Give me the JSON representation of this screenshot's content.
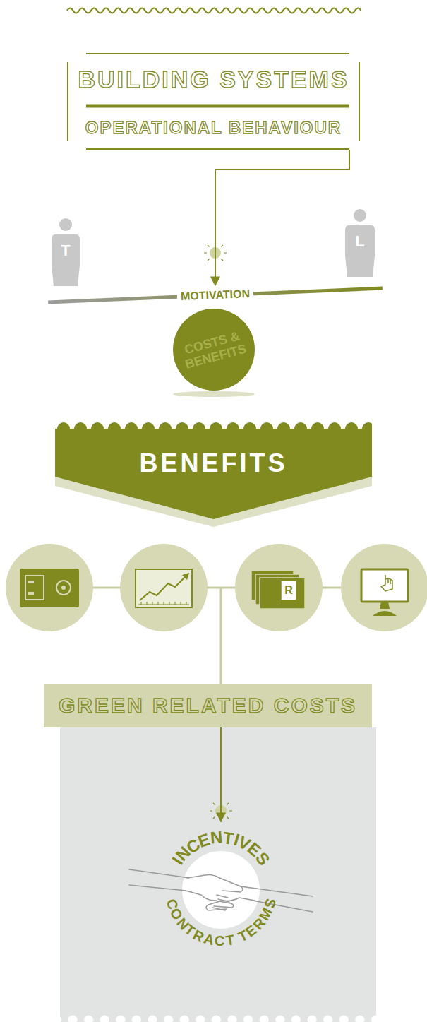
{
  "diagram": {
    "nodes": [
      {
        "text": [
          "BUILDING SYSTEMS",
          "OPERATIONAL BEHAVIOUR"
        ]
      },
      {
        "text": [
          "MOTIVATION"
        ]
      },
      {
        "text": [
          "COSTS & BENEFITS"
        ]
      },
      {
        "text": [
          "BENEFITS"
        ]
      },
      {
        "text": [
          "GREEN RELATED COSTS"
        ]
      },
      {
        "text": [
          "INCENTIVES",
          "CONTRACT TERMS"
        ]
      }
    ],
    "edges": [
      {
        "from": 0,
        "to": 1,
        "arrow": "to"
      },
      {
        "from": 4,
        "to": 5,
        "arrow": "to"
      }
    ],
    "labels": [
      "T",
      "L",
      "R"
    ]
  }
}
